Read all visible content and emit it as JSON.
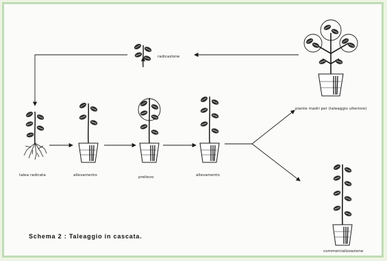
{
  "labels": {
    "radicazione": "radicazione",
    "talea_radicata": "talea radicata",
    "allevamento_1": "allevamento",
    "prelievo": "prelievo",
    "allevamento_2": "allevamento",
    "piante_madri": "piante madri per (taleaggio ulteriore)",
    "commercializzazione": "commercializzazione"
  },
  "caption": "Schema 2 : Taleaggio in cascata.",
  "colors": {
    "frame": "#bfdcb4",
    "paper": "#fbfbf9",
    "ink": "#1a1a1a"
  }
}
